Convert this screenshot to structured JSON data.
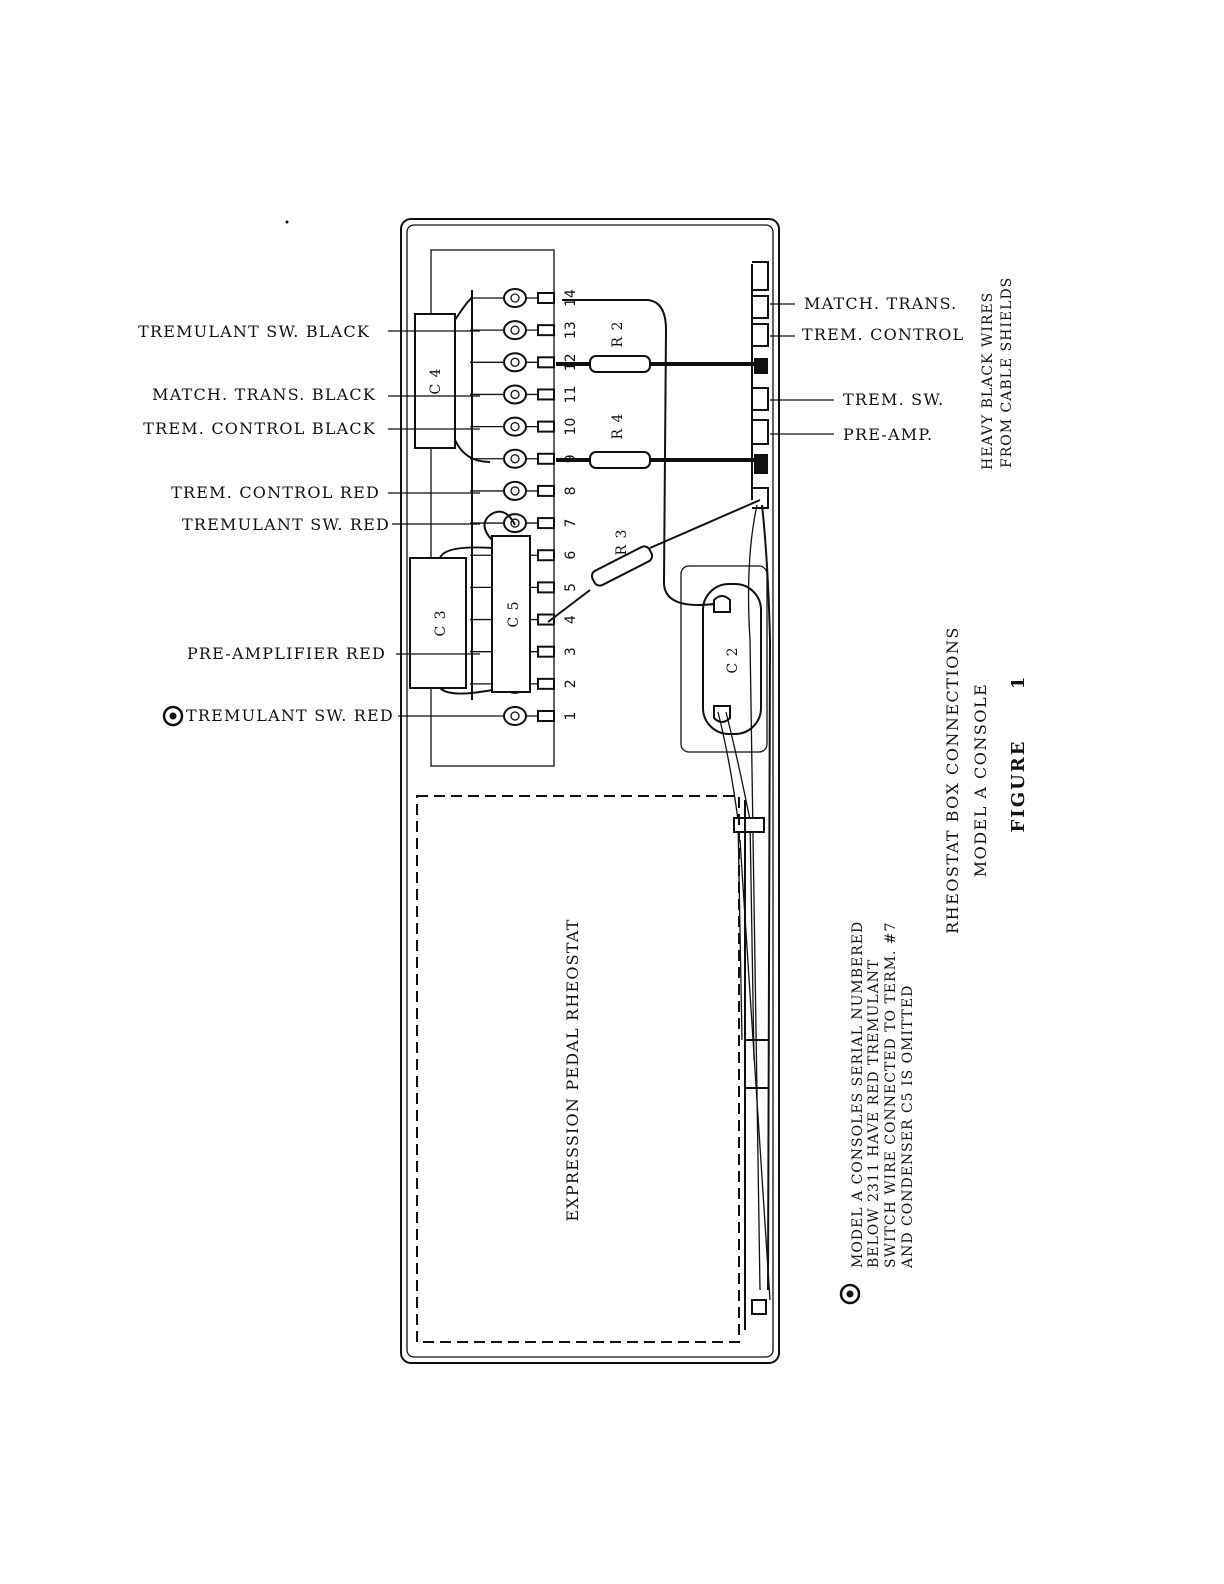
{
  "labels_left": {
    "tremulant_sw_black": "TREMULANT SW. BLACK",
    "match_trans_black": "MATCH. TRANS. BLACK",
    "trem_control_black": "TREM. CONTROL BLACK",
    "trem_control_red": "TREM. CONTROL RED",
    "tremulant_sw_red": "TREMULANT SW. RED",
    "pre_amplifier_red": "PRE-AMPLIFIER RED",
    "tremulant_sw_red_marked": "TREMULANT SW. RED"
  },
  "labels_right": {
    "match_trans": "MATCH. TRANS.",
    "trem_control": "TREM. CONTROL",
    "trem_sw": "TREM. SW.",
    "pre_amp": "PRE-AMP."
  },
  "components": {
    "c2": "C 2",
    "c3": "C 3",
    "c4": "C 4",
    "c5": "C 5",
    "r2": "R 2",
    "r3": "R 3",
    "r4": "R 4",
    "rheostat": "EXPRESSION PEDAL RHEOSTAT"
  },
  "terminals": [
    "1",
    "2",
    "3",
    "4",
    "5",
    "6",
    "7",
    "8",
    "9",
    "10",
    "11",
    "12",
    "13",
    "14"
  ],
  "side_note": {
    "line1": "HEAVY BLACK WIRES",
    "line2": "FROM CABLE SHIELDS"
  },
  "footnote": {
    "line1": "MODEL A CONSOLES SERIAL NUMBERED",
    "line2": "BELOW 2311 HAVE RED TREMULANT",
    "line3": "SWITCH WIRE CONNECTED TO TERM. #7",
    "line4": "AND CONDENSER C5 IS OMITTED"
  },
  "caption": {
    "title": "RHEOSTAT BOX CONNECTIONS",
    "subtitle": "MODEL A CONSOLE",
    "figure": "FIGURE",
    "number": "1"
  }
}
